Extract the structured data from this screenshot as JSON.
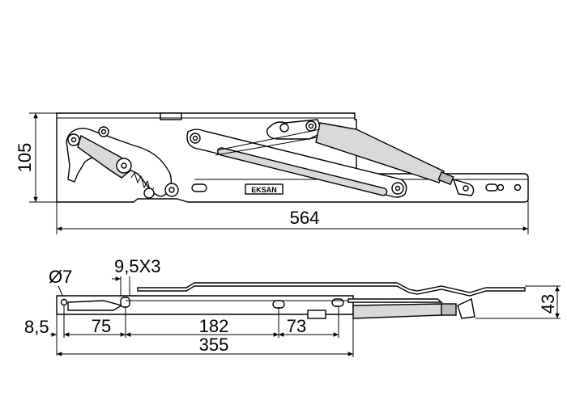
{
  "top_view": {
    "height_label": "105",
    "width_label": "564",
    "brand_text": "EKSAN"
  },
  "side_view": {
    "hole_label": "Ø7",
    "slot_label": "9,5X3",
    "edge_offset_label": "8,5",
    "seg1_label": "75",
    "seg2_label": "182",
    "seg3_label": "73",
    "total_label": "355",
    "height_label": "43"
  }
}
